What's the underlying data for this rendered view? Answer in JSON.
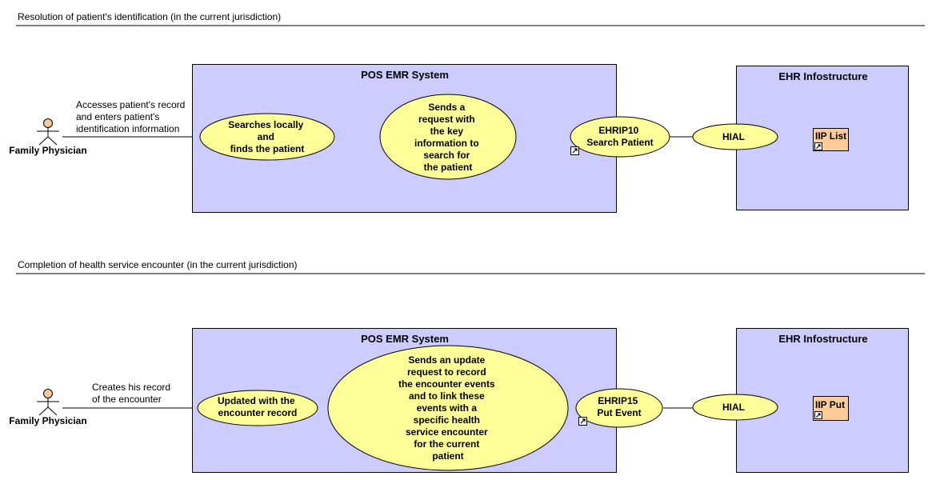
{
  "scenarios": [
    {
      "title": "Resolution of patient's identification (in the current jurisdiction)",
      "actor": "Family Physician",
      "note": [
        "Accesses patient's record",
        "and enters patient's",
        "identification information"
      ],
      "pos_box": "POS EMR System",
      "uc1": [
        "Searches locally",
        "and",
        "finds the patient"
      ],
      "uc2": [
        "Sends a",
        "request with",
        "the key",
        "information to",
        "search for",
        "the patient"
      ],
      "ehrip": [
        "EHRIP10",
        "Search Patient"
      ],
      "hial": "HIAL",
      "ehr_box": "EHR Infostructure",
      "iip": "IIP List"
    },
    {
      "title": "Completion of health service encounter (in the current jurisdiction)",
      "actor": "Family Physician",
      "note": [
        "Creates his record",
        "of the encounter"
      ],
      "pos_box": "POS EMR System",
      "uc1": [
        "Updated with the",
        "encounter record"
      ],
      "uc2": [
        "Sends an update",
        "request to record",
        "the encounter events",
        "and to link these",
        "events with a",
        "specific health",
        "service encounter",
        "for the current",
        "patient"
      ],
      "ehrip": [
        "EHRIP15",
        "Put Event"
      ],
      "hial": "HIAL",
      "ehr_box": "EHR Infostructure",
      "iip": "IIP Put"
    }
  ],
  "colors": {
    "box_fill": "#ccccff",
    "usecase_fill": "#ffff99",
    "iip_fill": "#ffcc99",
    "actor_head": "#f5c9a0",
    "line": "#000000"
  }
}
